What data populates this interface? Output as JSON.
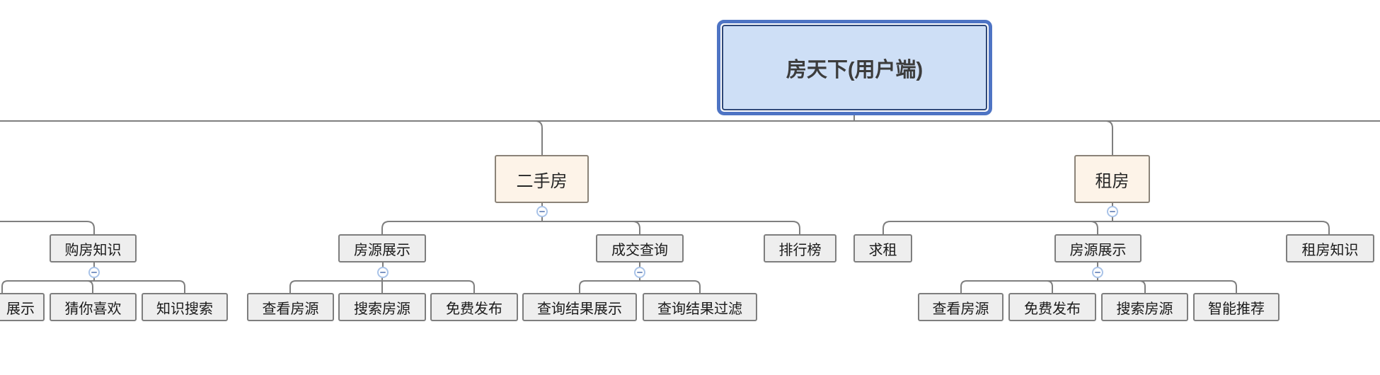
{
  "diagram": {
    "tree": {
      "root": {
        "label": "房天下(用户端)"
      },
      "partial_branch": {
        "children": [
          {
            "label": "购房知识",
            "children": [
              {
                "label": "展示",
                "partial_left_cut": true
              },
              {
                "label": "猜你喜欢"
              },
              {
                "label": "知识搜索"
              }
            ]
          }
        ]
      },
      "branches": [
        {
          "label": "二手房",
          "children": [
            {
              "label": "房源展示",
              "children": [
                {
                  "label": "查看房源"
                },
                {
                  "label": "搜索房源"
                },
                {
                  "label": "免费发布"
                }
              ]
            },
            {
              "label": "成交查询",
              "children": [
                {
                  "label": "查询结果展示"
                },
                {
                  "label": "查询结果过滤"
                }
              ]
            },
            {
              "label": "排行榜"
            }
          ]
        },
        {
          "label": "租房",
          "children": [
            {
              "label": "求租"
            },
            {
              "label": "房源展示",
              "children": [
                {
                  "label": "查看房源"
                },
                {
                  "label": "免费发布"
                },
                {
                  "label": "搜索房源"
                },
                {
                  "label": "智能推荐"
                }
              ]
            },
            {
              "label": "租房知识"
            }
          ]
        }
      ]
    },
    "icons": {
      "collapse": "minus-circle-icon"
    },
    "colors": {
      "root_fill": "#cedff6",
      "root_selection_ring": "#4e74c4",
      "root_inner_border": "#2f4878",
      "branch_fill": "#fdf3e8",
      "branch_border": "#8b8378",
      "node_fill": "#eeeeee",
      "node_border": "#7e7e7e",
      "connector_line": "#7f7f7f",
      "collapse_ring": "#a9c3e8",
      "collapse_minus": "#7d96c4"
    }
  }
}
